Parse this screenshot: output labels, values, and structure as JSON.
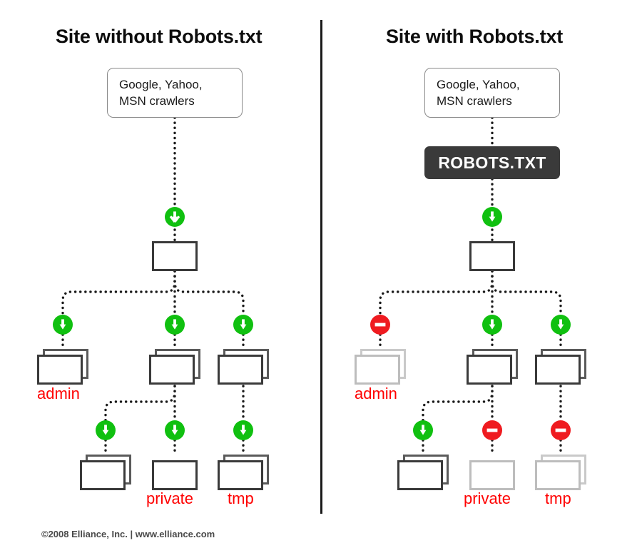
{
  "figure": {
    "footer": "©2008 Elliance, Inc.   |   www.elliance.com",
    "divider": true,
    "colors": {
      "allow": "#10c010",
      "block": "#ef1b20",
      "label": "#ff0000",
      "node_border": "#3a3a3a",
      "blocked_node_border": "#bdbdbd",
      "robots_box": "#3a3a3a",
      "connector": "#1a1a1a",
      "title": "#0d0d0d"
    }
  },
  "panels": [
    {
      "id": "without-robots",
      "title": "Site without Robots.txt",
      "crawler_box": {
        "line1": "Google, Yahoo,",
        "line2": "MSN crawlers"
      },
      "robots_file": null,
      "root": {
        "label": "",
        "state": "allowed"
      },
      "level2": [
        {
          "label": "admin",
          "state": "allowed",
          "icon": "down-arrow-icon",
          "pages": 2
        },
        {
          "label": "",
          "state": "allowed",
          "icon": "down-arrow-icon",
          "pages": 2
        },
        {
          "label": "",
          "state": "allowed",
          "icon": "down-arrow-icon",
          "pages": 2
        }
      ],
      "level3": [
        {
          "label": "",
          "state": "allowed",
          "icon": "down-arrow-icon",
          "pages": 2
        },
        {
          "label": "private",
          "state": "allowed",
          "icon": "down-arrow-icon",
          "pages": 1
        },
        {
          "label": "tmp",
          "state": "allowed",
          "icon": "down-arrow-icon",
          "pages": 2
        }
      ]
    },
    {
      "id": "with-robots",
      "title": "Site with Robots.txt",
      "crawler_box": {
        "line1": "Google, Yahoo,",
        "line2": "MSN crawlers"
      },
      "robots_file": {
        "label": "ROBOTS.TXT"
      },
      "root": {
        "label": "",
        "state": "allowed"
      },
      "level2": [
        {
          "label": "admin",
          "state": "blocked",
          "icon": "no-entry-icon",
          "pages": 2
        },
        {
          "label": "",
          "state": "allowed",
          "icon": "down-arrow-icon",
          "pages": 2
        },
        {
          "label": "",
          "state": "allowed",
          "icon": "down-arrow-icon",
          "pages": 2
        }
      ],
      "level3": [
        {
          "label": "",
          "state": "allowed",
          "icon": "down-arrow-icon",
          "pages": 2
        },
        {
          "label": "private",
          "state": "blocked",
          "icon": "no-entry-icon",
          "pages": 1
        },
        {
          "label": "tmp",
          "state": "blocked",
          "icon": "no-entry-icon",
          "pages": 2
        }
      ]
    }
  ]
}
